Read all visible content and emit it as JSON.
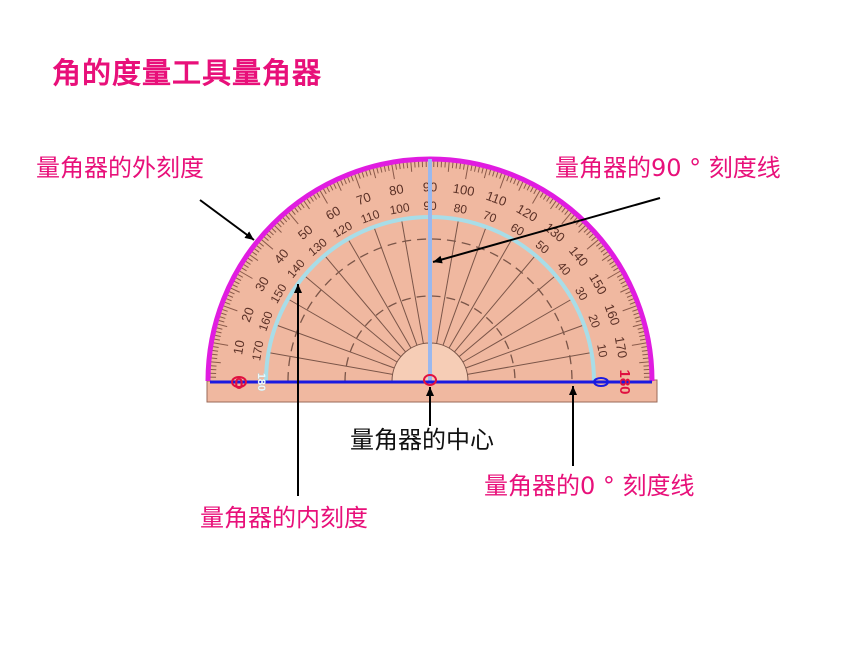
{
  "title": "角的度量工具量角器",
  "labels": {
    "outer_scale": "量角器的外刻度",
    "ninety_line": "量角器的90 ° 刻度线",
    "center": "量角器的中心",
    "zero_line": "量角器的0 ° 刻度线",
    "inner_scale": "量角器的内刻度"
  },
  "protractor": {
    "outer_numbers": [
      "10",
      "20",
      "30",
      "40",
      "50",
      "60",
      "70",
      "80",
      "90",
      "100",
      "110",
      "120",
      "130",
      "140",
      "150",
      "160",
      "170"
    ],
    "inner_numbers": [
      "170",
      "160",
      "150",
      "140",
      "130",
      "120",
      "110",
      "100",
      "90",
      "80",
      "70",
      "60",
      "50",
      "40",
      "30",
      "20",
      "10"
    ],
    "baseline_left": "0",
    "baseline_right": "180",
    "baseline_left_inner": "180"
  },
  "colors": {
    "title": "#e8107a",
    "outer_arc": "#e01ce0",
    "inner_arc": "#a8dde8",
    "baseline": "#1a1ae0",
    "ninety_line": "#9ab8ee",
    "protractor_fill": "#f0b8a0"
  }
}
